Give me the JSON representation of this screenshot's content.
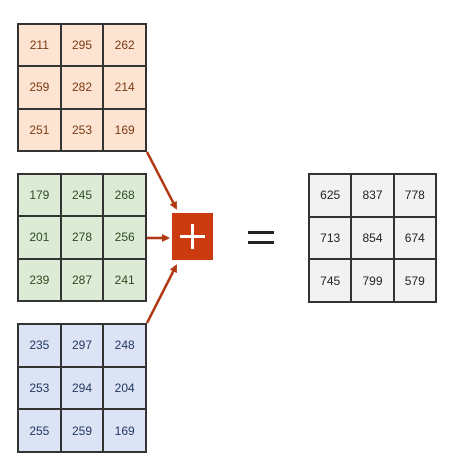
{
  "colors": {
    "orange_fill": "#fde3d2",
    "orange_text": "#7a3a12",
    "green_fill": "#dcebd6",
    "green_text": "#2f4a22",
    "blue_fill": "#dbe3f5",
    "blue_text": "#243760",
    "result_fill": "#f2f2f2",
    "result_text": "#222222",
    "plus_fill": "#cc3a10",
    "arrow": "#b03812"
  },
  "operator_icon": "plus-icon",
  "result_icon": "equals-icon",
  "matrices": {
    "orange": [
      [
        "211",
        "295",
        "262"
      ],
      [
        "259",
        "282",
        "214"
      ],
      [
        "251",
        "253",
        "169"
      ]
    ],
    "green": [
      [
        "179",
        "245",
        "268"
      ],
      [
        "201",
        "278",
        "256"
      ],
      [
        "239",
        "287",
        "241"
      ]
    ],
    "blue": [
      [
        "235",
        "297",
        "248"
      ],
      [
        "253",
        "294",
        "204"
      ],
      [
        "255",
        "259",
        "169"
      ]
    ],
    "result": [
      [
        "625",
        "837",
        "778"
      ],
      [
        "713",
        "854",
        "674"
      ],
      [
        "745",
        "799",
        "579"
      ]
    ]
  }
}
